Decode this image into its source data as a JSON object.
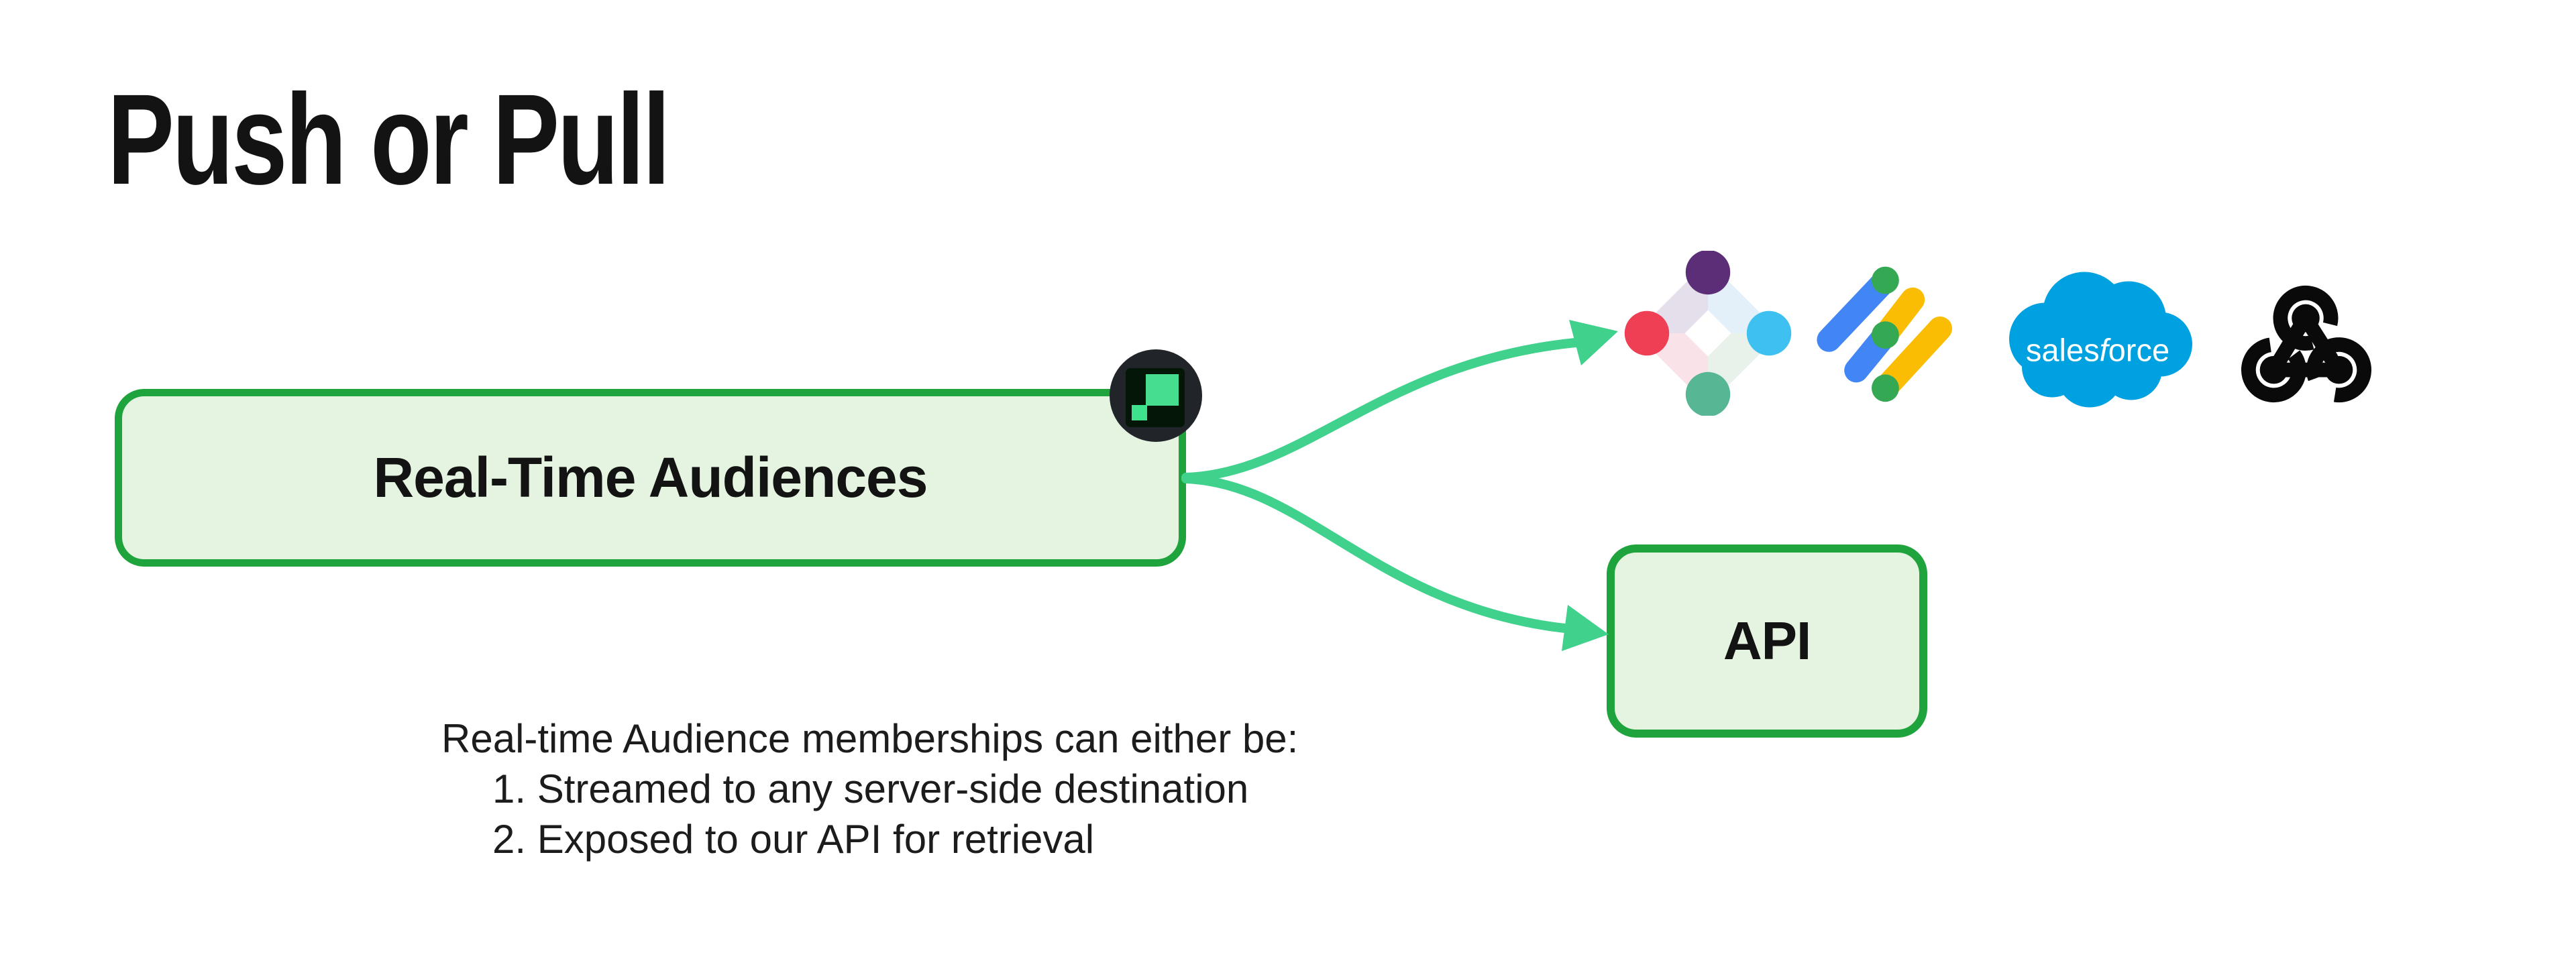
{
  "title": "Push or Pull",
  "source_box": {
    "label": "Real-Time Audiences",
    "border_color": "#1fa33c",
    "fill_color": "#e5f4e0",
    "badge": {
      "icon": "segment-engage-logo",
      "circle_color": "#212529",
      "tile_color": "#041607",
      "accent_color": "#46dd8e"
    }
  },
  "api_box": {
    "label": "API",
    "border_color": "#1fa33c",
    "fill_color": "#e5f4e0"
  },
  "arrows": {
    "color": "#40d28c",
    "from": "Real-Time Audiences",
    "to": [
      "destination logos",
      "API"
    ]
  },
  "destinations": {
    "iterable": {
      "name": "Iterable",
      "colors": {
        "purple": "#5c2e77",
        "red": "#ee3f55",
        "blue": "#3ec1f1",
        "green": "#57b795",
        "pale_lavender": "#e5deeb",
        "pale_blue": "#e4f0f9",
        "pale_pink": "#f9e2e8",
        "pale_green": "#e9f1eb"
      }
    },
    "google_ad_manager": {
      "name": "Google Ad Manager",
      "colors": {
        "blue": "#4285f4",
        "yellow": "#fbbc04",
        "green": "#34a853"
      }
    },
    "salesforce": {
      "name": "Salesforce",
      "color": "#00a1e0",
      "wordmark": {
        "pre": "sales",
        "italic": "f",
        "post": "orce"
      }
    },
    "webhook": {
      "name": "Webhook",
      "color": "#0a0a0a"
    }
  },
  "caption": {
    "intro": "Real-time Audience memberships can either be:",
    "items": [
      "1. Streamed to any server-side destination",
      "2. Exposed to our API for retrieval"
    ]
  }
}
